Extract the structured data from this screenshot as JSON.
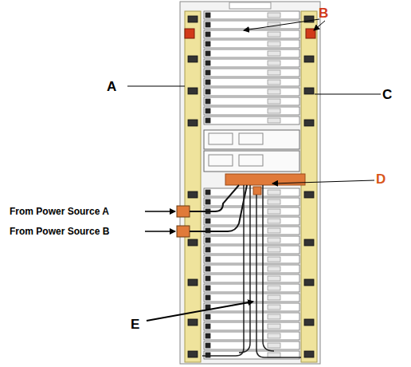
{
  "diagram": {
    "labels": [
      "B",
      "A",
      "C",
      "D",
      "From Power Source A",
      "From Power Source B",
      "E"
    ]
  }
}
